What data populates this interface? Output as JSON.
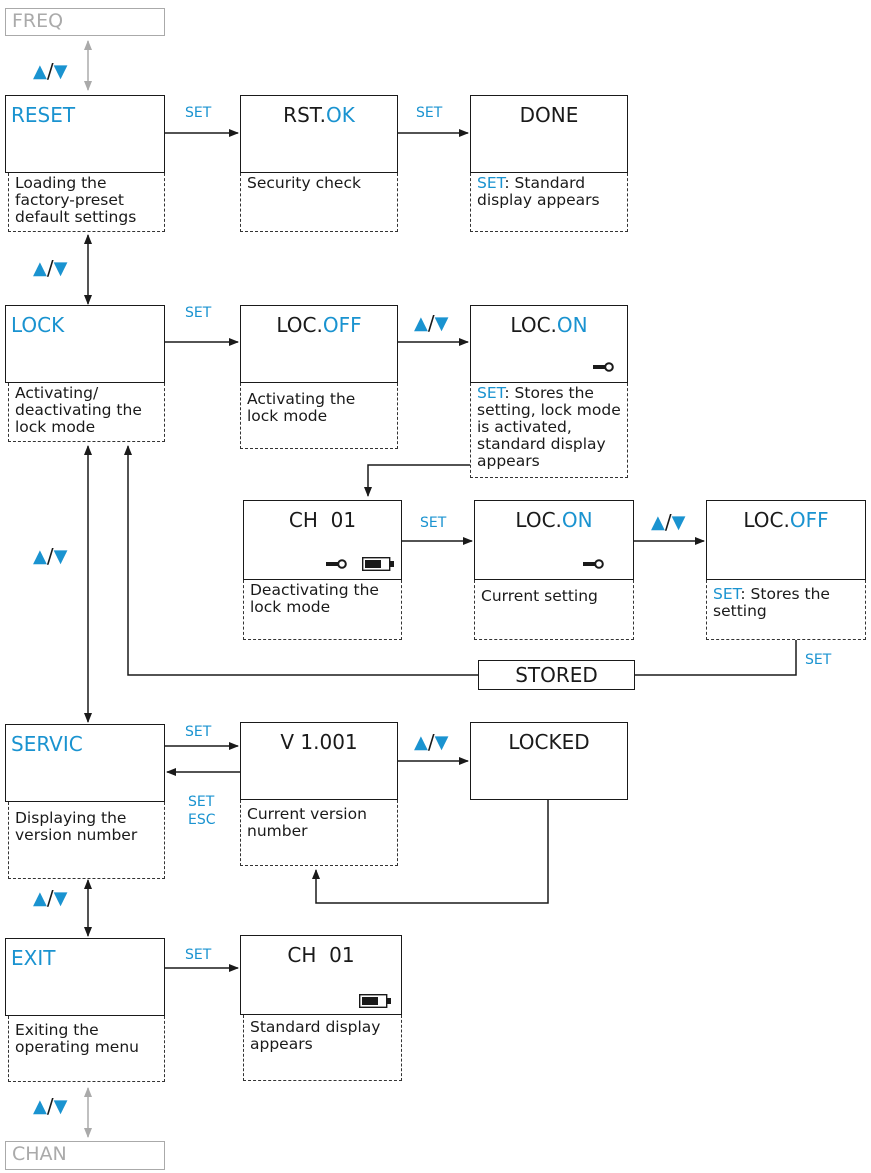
{
  "nav": {
    "prev": "FREQ",
    "next": "CHAN"
  },
  "controls": {
    "set": "SET",
    "esc": "ESC",
    "updown_up": "▲",
    "updown_sep": "/",
    "updown_down": "▼"
  },
  "reset": {
    "menu": "RESET",
    "menu_desc": "Loading the factory-preset default settings",
    "confirm_prefix": "RST.",
    "confirm_suffix": "OK",
    "confirm_desc": "Security check",
    "done": "DONE",
    "done_desc_set": "SET",
    "done_desc": ": Standard display appears"
  },
  "lock": {
    "menu": "LOCK",
    "menu_desc": "Activating/ deactivating the lock mode",
    "off_prefix": "LOC.",
    "off_suffix": "OFF",
    "off_desc": "Activating the lock mode",
    "on_prefix": "LOC.",
    "on_suffix": "ON",
    "on_desc_set": "SET",
    "on_desc": ": Stores the setting, lock mode is activated, standard display appears",
    "ch_display": "CH  01",
    "ch_desc": "Deactivating the lock mode",
    "current_prefix": "LOC.",
    "current_suffix": "ON",
    "current_desc": "Current setting",
    "new_prefix": "LOC.",
    "new_suffix": "OFF",
    "new_desc_set": "SET",
    "new_desc": ": Stores the setting",
    "stored": "STORED"
  },
  "service": {
    "menu": "SERVIC",
    "menu_desc": "Displaying the version number",
    "version": "V 1.001",
    "version_desc": "Current version number",
    "locked": "LOCKED"
  },
  "exit": {
    "menu": "EXIT",
    "menu_desc": "Exiting the operating menu",
    "ch_display": "CH  01",
    "ch_desc": "Standard display appears"
  },
  "colors": {
    "accent": "#1a93d0",
    "line": "#1a1a1a",
    "gray": "#aaaaaa"
  },
  "icons": [
    "key-icon",
    "battery-icon",
    "up-down-arrow-icon"
  ]
}
